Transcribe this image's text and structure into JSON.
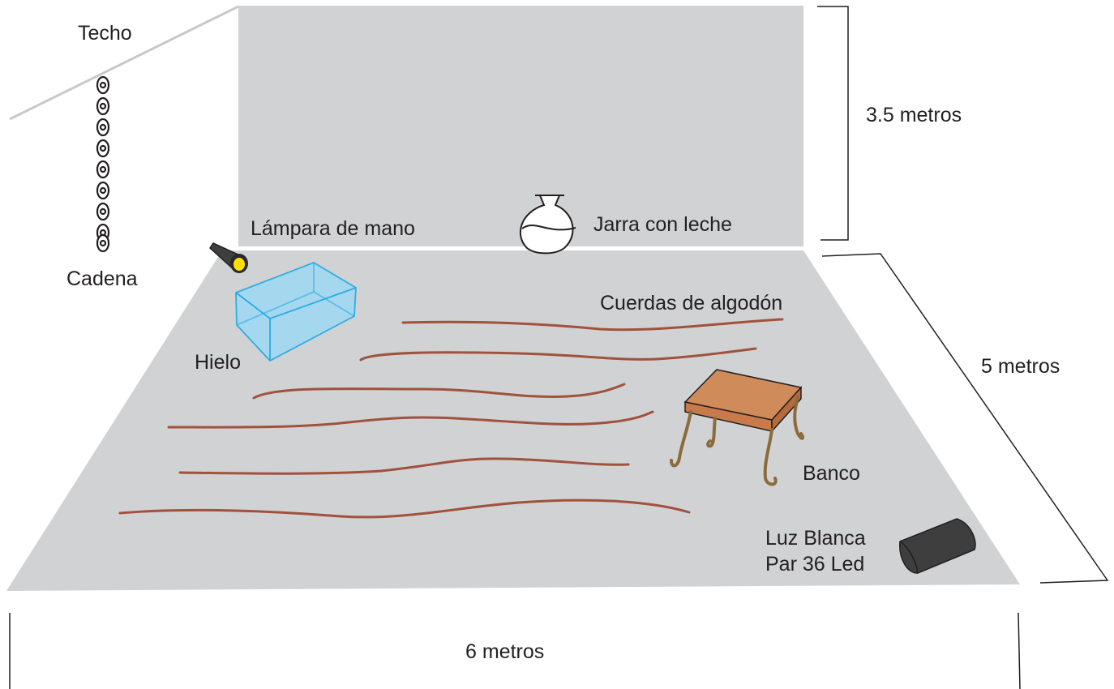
{
  "labels": {
    "ceiling": "Techo",
    "chain": "Cadena",
    "flashlight": "Lámpara de mano",
    "jar": "Jarra con leche",
    "height": "3.5 metros",
    "ropes": "Cuerdas de algodón",
    "ice": "Hielo",
    "depth": "5 metros",
    "bench": "Banco",
    "light_line1": "Luz Blanca",
    "light_line2": "Par 36 Led",
    "width": "6 metros"
  },
  "colors": {
    "floor": "#d1d2d3",
    "wall": "#d1d2d3",
    "rope": "#a0523d",
    "ice_fill": "#a3d8f1",
    "ice_stroke": "#29abe2",
    "bench_top": "#d08b5b",
    "bench_legs": "#8b6b3d",
    "light": "#3e3e3e",
    "lens": "#ffe000"
  },
  "icons": [
    "chain-icon",
    "jar-icon",
    "flashlight-icon",
    "ice-block-icon",
    "bench-icon",
    "led-light-icon"
  ]
}
